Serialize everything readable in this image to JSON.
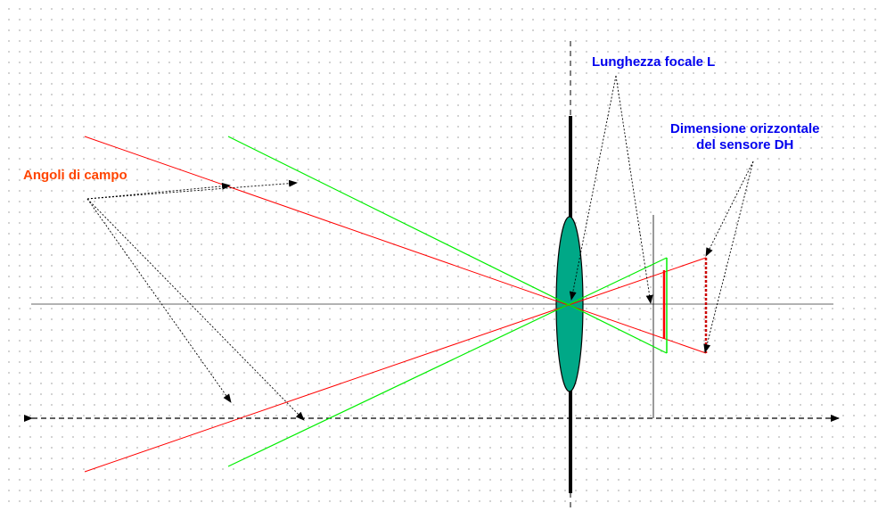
{
  "labels": {
    "field_angles": "Angoli di campo",
    "focal_length": "Lunghezza focale L",
    "sensor_line1": "Dimensione orizzontale",
    "sensor_line2": "del sensore DH"
  },
  "colors": {
    "field_label": "#ff4400",
    "blue_label": "#0000ee",
    "red_ray": "#ff0000",
    "green_ray": "#00ee00",
    "lens_fill": "#00a887",
    "axis": "#000000"
  },
  "icons": [
    "arrowhead-icon"
  ]
}
